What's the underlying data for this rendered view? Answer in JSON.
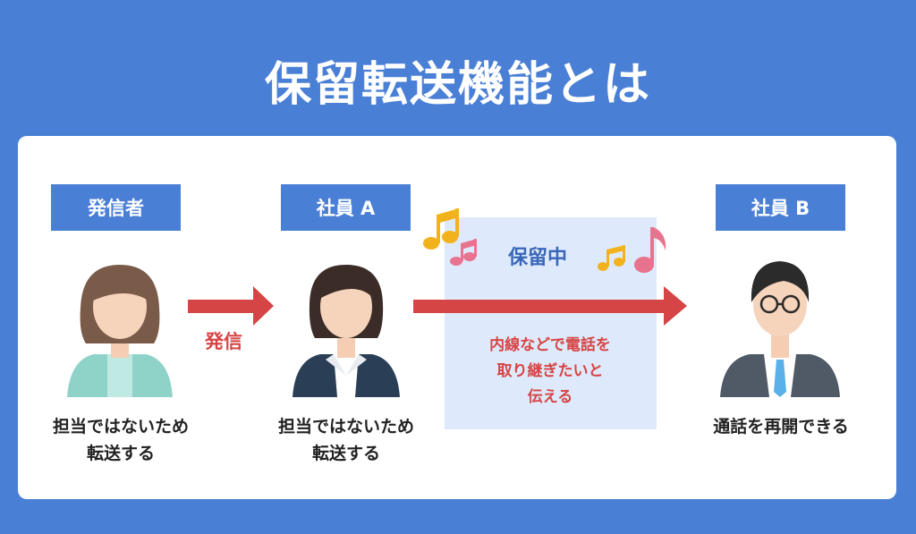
{
  "title": "保留転送機能とは",
  "actors": {
    "caller": {
      "tag": "発信者",
      "caption_lines": [
        "担当ではないため",
        "転送する"
      ]
    },
    "employee_a": {
      "tag": "社員 A",
      "caption_lines": [
        "担当ではないため",
        "転送する"
      ]
    },
    "employee_b": {
      "tag": "社員 B",
      "caption": "通話を再開できる"
    }
  },
  "call_label": "発信",
  "hold": {
    "title": "保留中",
    "lines": [
      "内線などで電話を",
      "取り継ぎたいと",
      "伝える"
    ]
  },
  "colors": {
    "background": "#4a7fd6",
    "arrow": "#d64545",
    "hold_box": "#deeafb",
    "note_yellow": "#f2b21b",
    "note_pink": "#e8738f"
  },
  "icons": [
    "music-note-icon",
    "person-icon"
  ]
}
